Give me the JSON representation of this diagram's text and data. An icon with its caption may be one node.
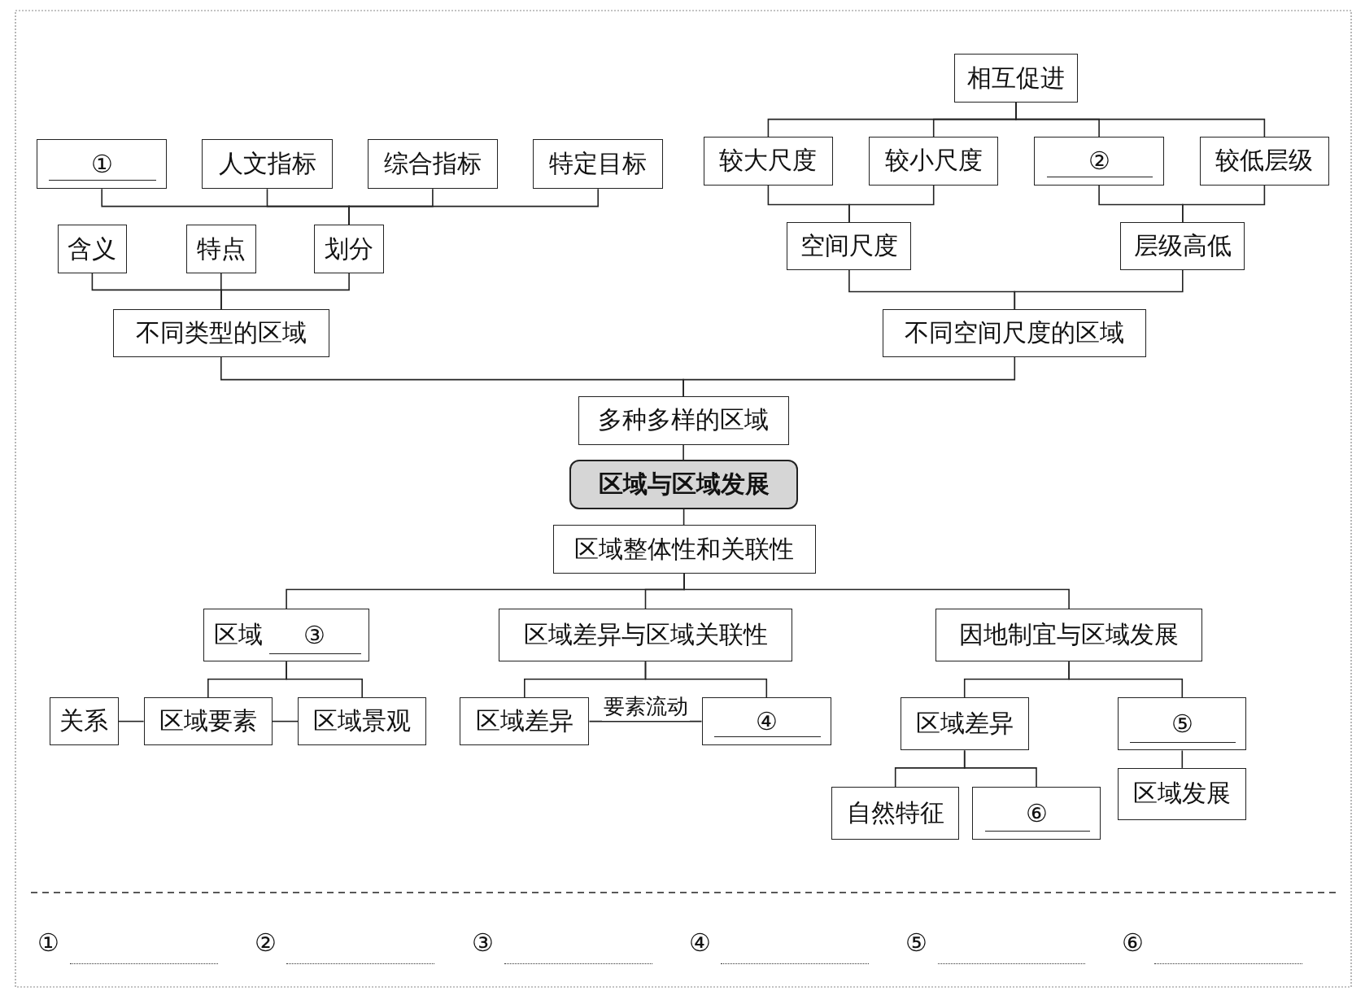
{
  "diagram": {
    "nodes": [
      {
        "text": [
          "①"
        ]
      },
      {
        "text": [
          "人文指标"
        ]
      },
      {
        "text": [
          "综合指标"
        ]
      },
      {
        "text": [
          "特定目标"
        ]
      },
      {
        "text": [
          "含义"
        ]
      },
      {
        "text": [
          "特点"
        ]
      },
      {
        "text": [
          "划分"
        ]
      },
      {
        "text": [
          "不同类型的区域"
        ]
      },
      {
        "text": [
          "相互促进"
        ]
      },
      {
        "text": [
          "较大尺度"
        ]
      },
      {
        "text": [
          "较小尺度"
        ]
      },
      {
        "text": [
          "②"
        ]
      },
      {
        "text": [
          "较低层级"
        ]
      },
      {
        "text": [
          "空间尺度"
        ]
      },
      {
        "text": [
          "层级高低"
        ]
      },
      {
        "text": [
          "不同空间尺度的区域"
        ]
      },
      {
        "text": [
          "多种多样的区域"
        ]
      },
      {
        "text": [
          "区域与区域发展"
        ]
      },
      {
        "text": [
          "区域整体性和关联性"
        ]
      },
      {
        "text": [
          "区域",
          "③"
        ]
      },
      {
        "text": [
          "区域差异与区域关联性"
        ]
      },
      {
        "text": [
          "因地制宜与区域发展"
        ]
      },
      {
        "text": [
          "关系"
        ]
      },
      {
        "text": [
          "区域要素"
        ]
      },
      {
        "text": [
          "区域景观"
        ]
      },
      {
        "text": [
          "区域差异"
        ]
      },
      {
        "text": [
          "④"
        ]
      },
      {
        "text": [
          "区域差异"
        ]
      },
      {
        "text": [
          "⑤"
        ]
      },
      {
        "text": [
          "自然特征"
        ]
      },
      {
        "text": [
          "⑥"
        ]
      },
      {
        "text": [
          "区域发展"
        ]
      }
    ],
    "edges": [
      {
        "from": 6,
        "to": 0,
        "arrow": "none"
      },
      {
        "from": 6,
        "to": 1,
        "arrow": "none"
      },
      {
        "from": 6,
        "to": 2,
        "arrow": "none"
      },
      {
        "from": 6,
        "to": 3,
        "arrow": "none"
      },
      {
        "from": 7,
        "to": 4,
        "arrow": "none"
      },
      {
        "from": 7,
        "to": 5,
        "arrow": "none"
      },
      {
        "from": 7,
        "to": 6,
        "arrow": "none"
      },
      {
        "from": 8,
        "to": 9,
        "arrow": "none"
      },
      {
        "from": 8,
        "to": 10,
        "arrow": "none"
      },
      {
        "from": 8,
        "to": 11,
        "arrow": "none"
      },
      {
        "from": 8,
        "to": 12,
        "arrow": "none"
      },
      {
        "from": 13,
        "to": 9,
        "arrow": "none"
      },
      {
        "from": 13,
        "to": 10,
        "arrow": "none"
      },
      {
        "from": 14,
        "to": 11,
        "arrow": "none"
      },
      {
        "from": 14,
        "to": 12,
        "arrow": "none"
      },
      {
        "from": 15,
        "to": 13,
        "arrow": "none"
      },
      {
        "from": 15,
        "to": 14,
        "arrow": "none"
      },
      {
        "from": 16,
        "to": 7,
        "arrow": "none"
      },
      {
        "from": 16,
        "to": 15,
        "arrow": "none"
      },
      {
        "from": 17,
        "to": 16,
        "arrow": "none"
      },
      {
        "from": 17,
        "to": 18,
        "arrow": "none"
      },
      {
        "from": 18,
        "to": 19,
        "arrow": "none"
      },
      {
        "from": 18,
        "to": 20,
        "arrow": "none"
      },
      {
        "from": 18,
        "to": 21,
        "arrow": "none"
      },
      {
        "from": 19,
        "to": 23,
        "arrow": "none"
      },
      {
        "from": 19,
        "to": 24,
        "arrow": "none"
      },
      {
        "from": 22,
        "to": 23,
        "arrow": "none"
      },
      {
        "from": 23,
        "to": 24,
        "arrow": "none"
      },
      {
        "from": 20,
        "to": 25,
        "arrow": "none"
      },
      {
        "from": 20,
        "to": 26,
        "arrow": "none"
      },
      {
        "from": 25,
        "to": 26,
        "arrow": "none",
        "label": "要素流动"
      },
      {
        "from": 21,
        "to": 27,
        "arrow": "none"
      },
      {
        "from": 21,
        "to": 28,
        "arrow": "none"
      },
      {
        "from": 27,
        "to": 29,
        "arrow": "none"
      },
      {
        "from": 27,
        "to": 30,
        "arrow": "none"
      },
      {
        "from": 28,
        "to": 31,
        "arrow": "none"
      }
    ],
    "labels": [
      "①",
      "②",
      "③",
      "④",
      "⑤",
      "⑥"
    ]
  }
}
